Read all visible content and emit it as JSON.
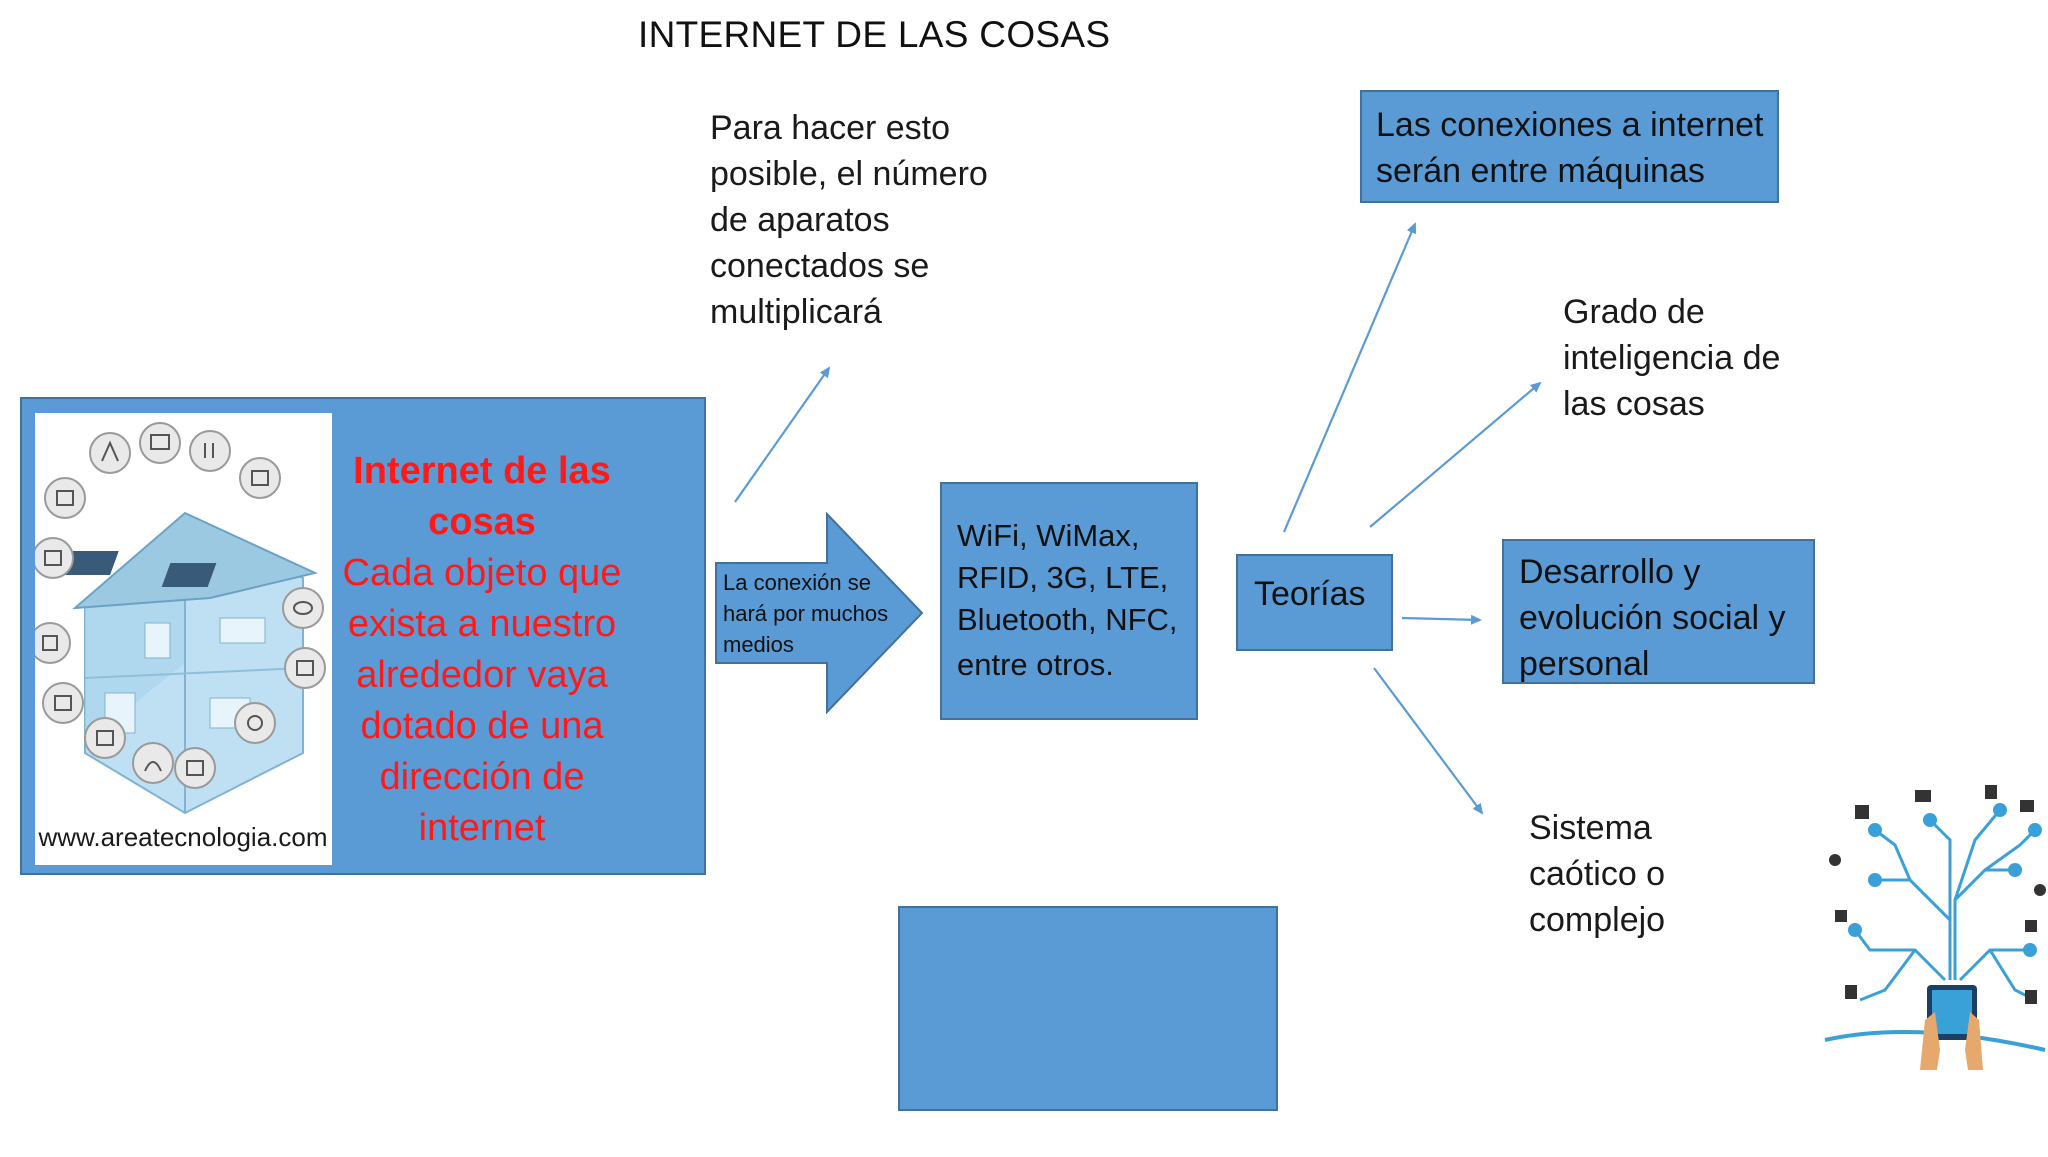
{
  "title": "INTERNET DE LAS COSAS",
  "colors": {
    "box_fill": "#5b9bd5",
    "box_border": "#41719c",
    "arrow_line": "#5b9bd5",
    "highlight_text": "#ff1a1a"
  },
  "main_panel": {
    "image_caption": "www.areatecnologia.com",
    "heading_line1": "Internet de las",
    "heading_line2": "cosas",
    "body_lines": [
      "Cada objeto que",
      "exista a nuestro",
      "alrededor vaya",
      "dotado de una",
      "dirección de",
      "internet"
    ]
  },
  "block_arrow": {
    "lines": [
      "La  conexión se",
      "hará por muchos",
      "medios"
    ]
  },
  "technologies_box": {
    "lines": [
      "WiFi, WiMax,",
      "RFID, 3G, LTE,",
      "Bluetooth, NFC,",
      "entre otros."
    ]
  },
  "theories_box": {
    "label": "Teorías"
  },
  "para_hacer": {
    "lines": [
      "Para hacer esto",
      "posible, el número",
      "de aparatos",
      "conectados se",
      "multiplicará"
    ]
  },
  "conexiones_box": {
    "lines": [
      "Las conexiones a internet",
      "serán entre máquinas"
    ]
  },
  "grado": {
    "lines": [
      "Grado de",
      "inteligencia de",
      "las cosas"
    ]
  },
  "desarrollo_box": {
    "lines": [
      "Desarrollo y",
      "evolución social y",
      "personal"
    ]
  },
  "sistema": {
    "lines": [
      "Sistema",
      "caótico o",
      "complejo"
    ]
  }
}
